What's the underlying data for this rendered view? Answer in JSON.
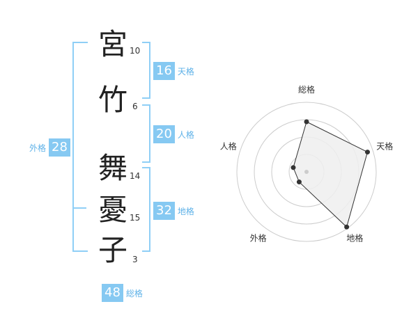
{
  "characters": [
    {
      "char": "宮",
      "strokes": "10"
    },
    {
      "char": "竹",
      "strokes": "6"
    },
    {
      "char": "舞",
      "strokes": "14"
    },
    {
      "char": "憂",
      "strokes": "15"
    },
    {
      "char": "子",
      "strokes": "3"
    }
  ],
  "kaku": {
    "tenkaku": {
      "value": "16",
      "label": "天格"
    },
    "jinkaku": {
      "value": "20",
      "label": "人格"
    },
    "chikaku": {
      "value": "32",
      "label": "地格"
    },
    "gaikaku": {
      "value": "28",
      "label": "外格"
    },
    "soukaku": {
      "value": "48",
      "label": "総格"
    }
  },
  "colors": {
    "accent": "#86c9f2",
    "bracket": "#8fcff6",
    "label": "#5fb2e8",
    "radar_fill": "#eeeeee",
    "radar_line": "#333333"
  },
  "chart_data": {
    "type": "radar",
    "axes": [
      "総格",
      "天格",
      "地格",
      "外格",
      "人格"
    ],
    "values": [
      0.72,
      0.92,
      0.98,
      0.18,
      0.2
    ],
    "scale": [
      0,
      1
    ],
    "rings": 4
  }
}
